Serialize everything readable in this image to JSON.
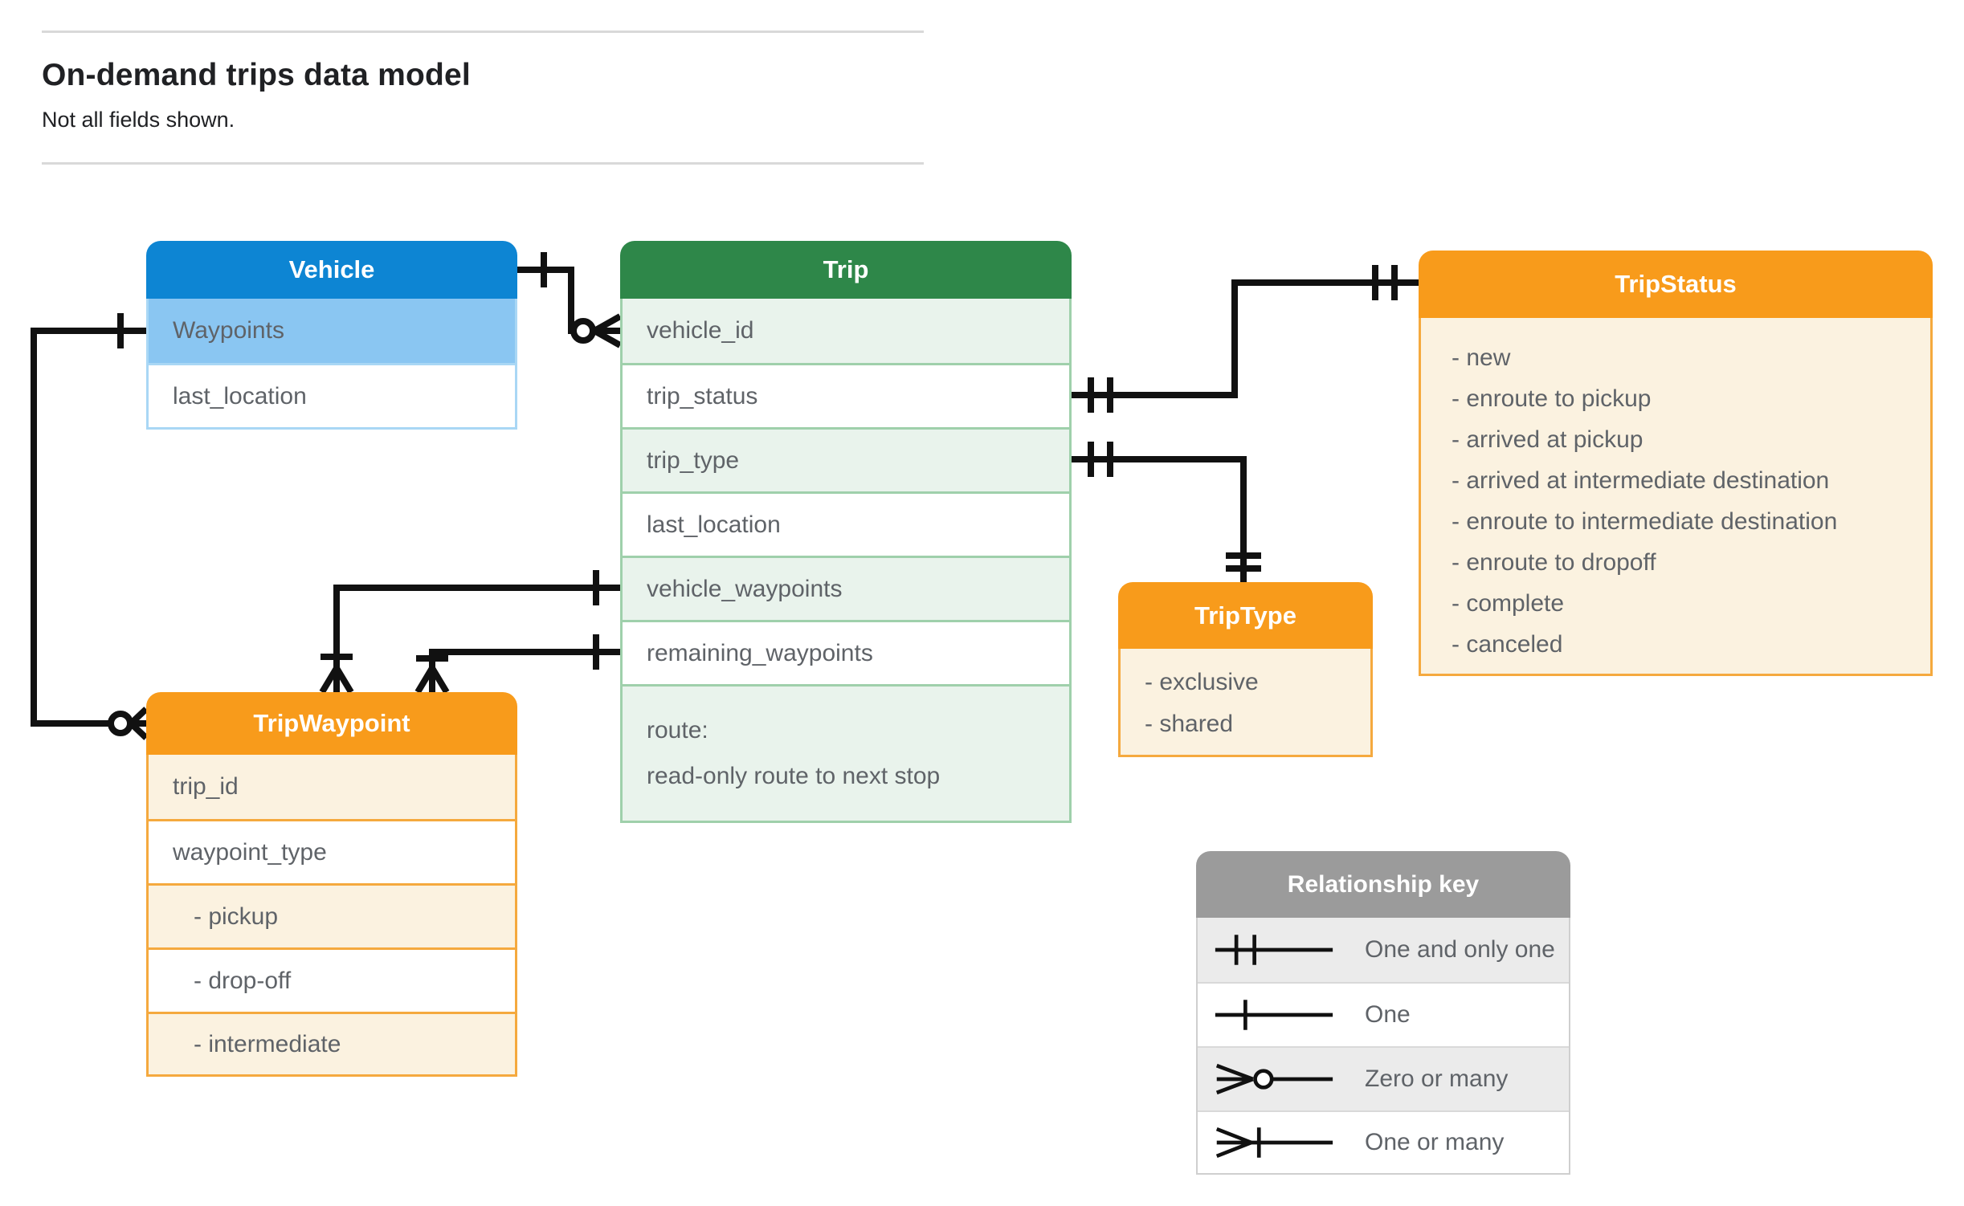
{
  "page": {
    "title": "On-demand trips data model",
    "subtitle": "Not all fields shown."
  },
  "colors": {
    "blue": "#0d85d3",
    "blue_light": "#8ac6f2",
    "blue_border": "#a9d7f5",
    "green": "#2e8749",
    "green_light": "#e9f3ec",
    "green_border": "#9fd0ab",
    "orange": "#f89b1b",
    "cream": "#fbf2e0",
    "orange_border": "#f5a93e",
    "gray": "#9b9b9b",
    "gray_light": "#ebebeb",
    "line": "#111111",
    "text": "#5f6368"
  },
  "entities": {
    "vehicle": {
      "title": "Vehicle",
      "rows": [
        "Waypoints",
        "last_location"
      ]
    },
    "trip": {
      "title": "Trip",
      "rows": [
        "vehicle_id",
        "trip_status",
        "trip_type",
        "last_location",
        "vehicle_waypoints",
        "remaining_waypoints"
      ],
      "route_row": {
        "line1": "route:",
        "line2": "read-only route to next stop"
      }
    },
    "trip_status": {
      "title": "TripStatus",
      "items": [
        "- new",
        "- enroute to pickup",
        "- arrived at pickup",
        "- arrived at intermediate destination",
        "- enroute to intermediate destination",
        "- enroute to dropoff",
        "- complete",
        "- canceled"
      ]
    },
    "trip_type": {
      "title": "TripType",
      "items": [
        "- exclusive",
        "- shared"
      ]
    },
    "trip_waypoint": {
      "title": "TripWaypoint",
      "rows": [
        "trip_id",
        "waypoint_type",
        "- pickup",
        "- drop-off",
        "- intermediate"
      ]
    }
  },
  "legend": {
    "title": "Relationship key",
    "rows": [
      {
        "symbol": "one-and-only-one",
        "label": "One and only one"
      },
      {
        "symbol": "one",
        "label": "One"
      },
      {
        "symbol": "zero-or-many",
        "label": "Zero or many"
      },
      {
        "symbol": "one-or-many",
        "label": "One or many"
      }
    ]
  }
}
